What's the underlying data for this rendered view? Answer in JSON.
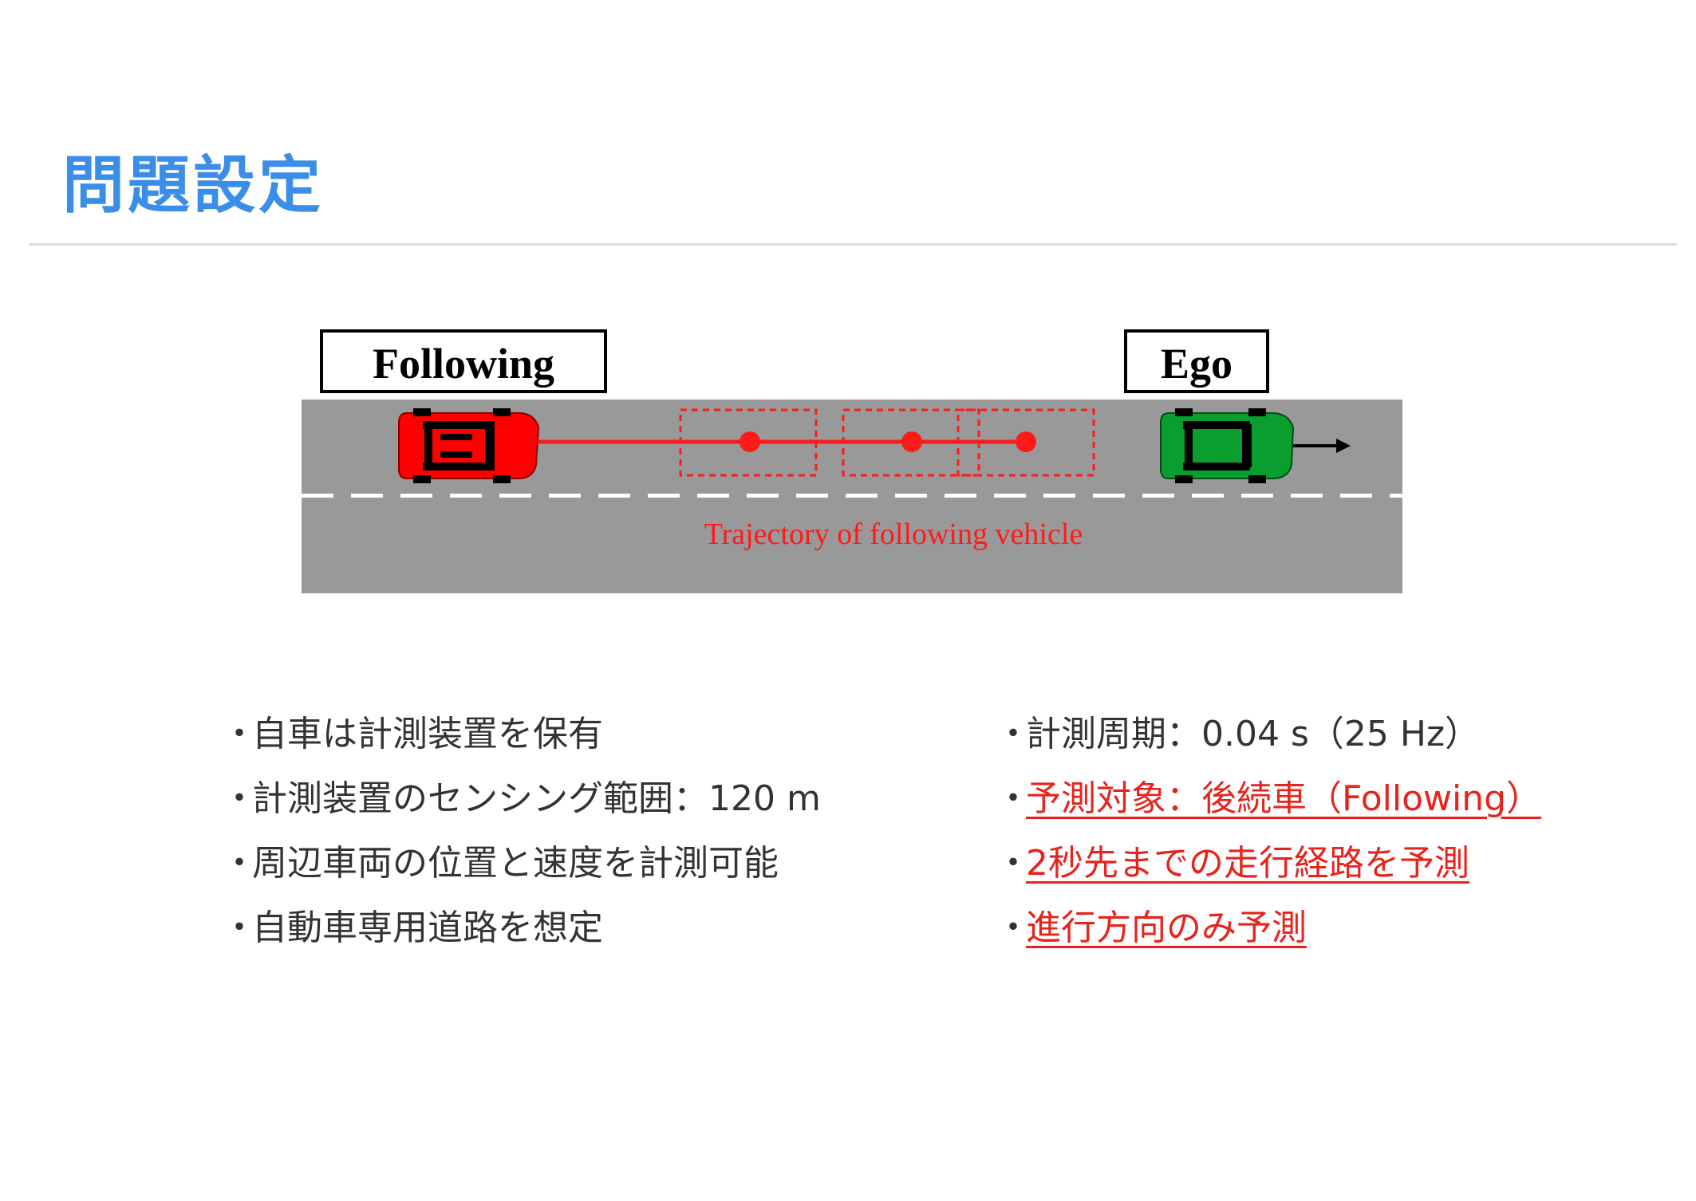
{
  "title": "問題設定",
  "diagram": {
    "following_label": "Following",
    "ego_label": "Ego",
    "trajectory_label": "Trajectory of following vehicle",
    "colors": {
      "road": "#999999",
      "lane_marking": "#ffffff",
      "following_car": "#ff0000",
      "ego_car": "#0a9e2e",
      "trajectory": "#ff1a1a"
    }
  },
  "left_bullets": [
    "自車は計測装置を保有",
    "計測装置のセンシング範囲：120 m",
    "周辺車両の位置と速度を計測可能",
    "自動車専用道路を想定"
  ],
  "right_bullets": [
    {
      "text": "計測周期：0.04 s（25 Hz）",
      "highlight": false
    },
    {
      "text": "予測対象：後続車（Following）",
      "highlight": true
    },
    {
      "text": "2秒先までの走行経路を予測",
      "highlight": true
    },
    {
      "text": "進行方向のみ予測",
      "highlight": true
    }
  ],
  "bullet_marker": "・",
  "colors": {
    "title": "#3b8ee8",
    "body_text": "#333333",
    "highlight": "#e8231b"
  }
}
